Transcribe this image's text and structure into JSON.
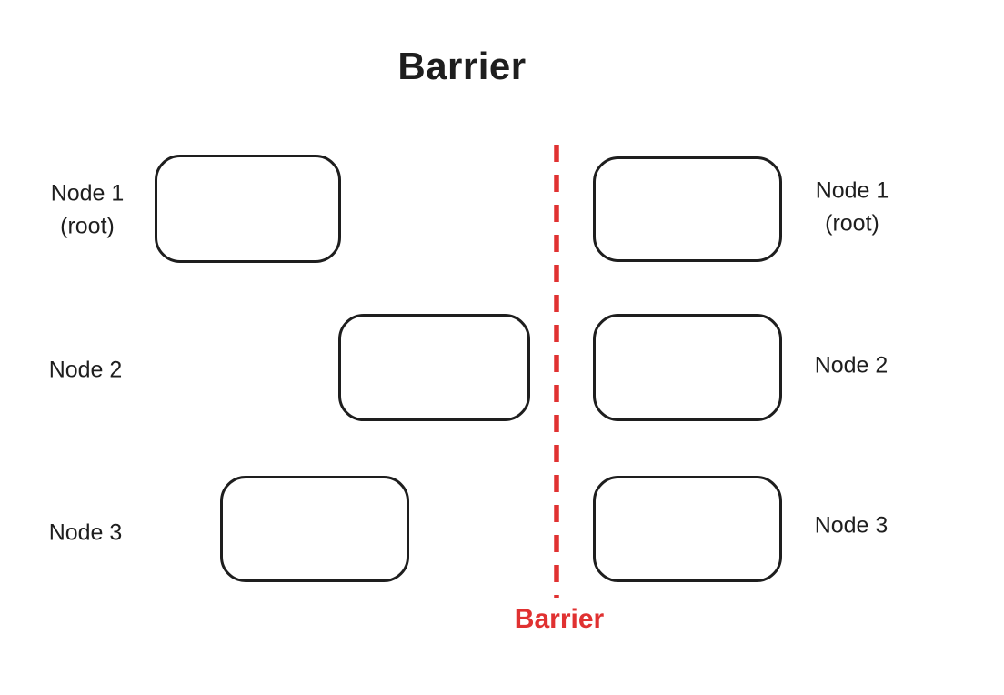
{
  "title": "Barrier",
  "barrier": {
    "label": "Barrier",
    "color": "#e03131"
  },
  "colors": {
    "box_stroke": "#1e1e1e",
    "text": "#1e1e1e",
    "background": "#ffffff"
  },
  "left": {
    "nodes": [
      {
        "label": "Node 1",
        "sublabel": "(root)"
      },
      {
        "label": "Node 2"
      },
      {
        "label": "Node 3"
      }
    ]
  },
  "right": {
    "nodes": [
      {
        "label": "Node 1",
        "sublabel": "(root)"
      },
      {
        "label": "Node 2"
      },
      {
        "label": "Node 3"
      }
    ]
  }
}
